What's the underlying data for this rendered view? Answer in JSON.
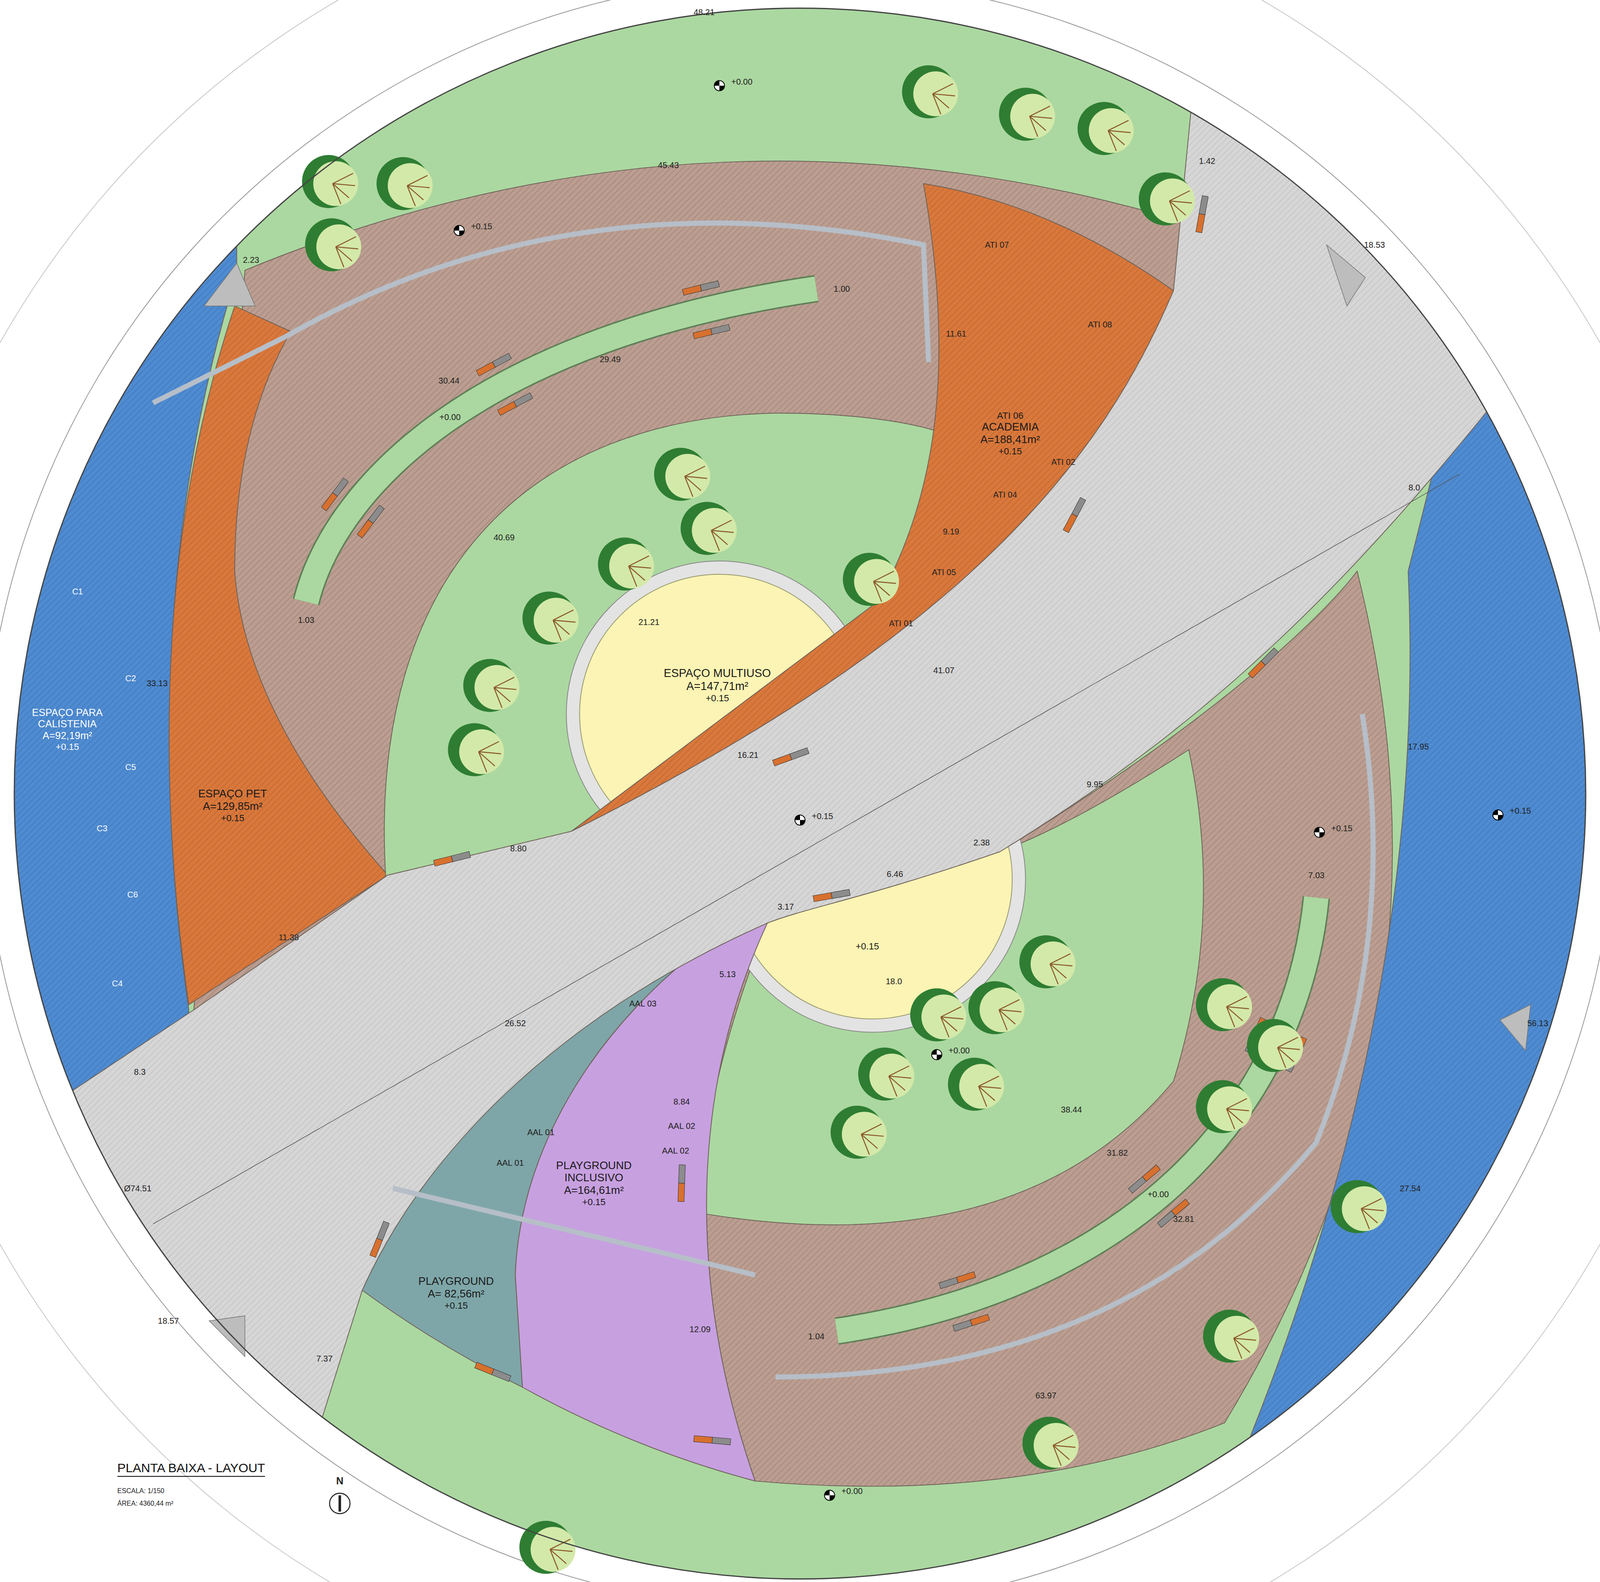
{
  "diagram": {
    "title": "PLANTA BAIXA - LAYOUT",
    "nodes": [
      {
        "text": [
          "ATI 06",
          "ACADEMIA A=188,41m²",
          "+0.15"
        ]
      },
      {
        "text": [
          "ESPAÇO MULTIUSO A=147,71m²",
          "+0.15"
        ]
      },
      {
        "text": [
          "ESPAÇO PARA CALISTENIA A=92,19m²",
          "+0.15"
        ]
      },
      {
        "text": [
          "ESPAÇO PET A=129,85m²",
          "+0.15"
        ]
      },
      {
        "text": [
          "+0.15"
        ]
      },
      {
        "text": [
          "PLAYGROUND INCLUSIVO A=164,61m²",
          "+0.15"
        ]
      },
      {
        "text": [
          "PLAYGROUND A= 82,56m²",
          "+0.15"
        ]
      }
    ],
    "labels": [
      "48.21",
      "45.43",
      "2.23",
      "1.42",
      "18.53",
      "30.44",
      "29.49",
      "1.00",
      "1.03",
      "40.69",
      "11.61",
      "9.19",
      "21.21",
      "41.07",
      "16.21",
      "33.13",
      "8.0",
      "17.95",
      "8.80",
      "11.38",
      "9.95",
      "2.38",
      "6.46",
      "3.17",
      "5.13",
      "18.0",
      "26.52",
      "8.3",
      "Ø74.51",
      "8.84",
      "12.09",
      "18.57",
      "7.37",
      "38.44",
      "31.82",
      "32.81",
      "7.03",
      "27.54",
      "56.13",
      "63.97",
      "1.04",
      "ATI 07",
      "ATI 08",
      "ATI 02",
      "ATI 04",
      "ATI 05",
      "ATI 01",
      "C1",
      "C2",
      "C5",
      "C3",
      "C6",
      "C4",
      "AAL 03",
      "AAL 01",
      "AAL 01",
      "AAL 02",
      "AAL 02",
      "+0.00",
      "+0.15",
      "+0.00",
      "+0.15",
      "+0.15",
      "+0.15",
      "+0.00",
      "+0.00",
      "+0.00",
      "ESCALA: 1/150",
      "ÁREA: 4360,44 m²",
      "N"
    ]
  }
}
